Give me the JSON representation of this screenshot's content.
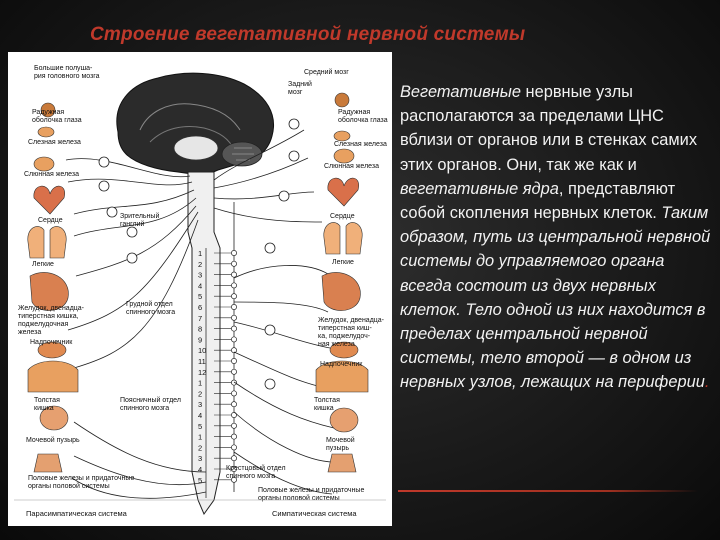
{
  "title": "Строение вегетативной нервной системы",
  "text_runs": [
    {
      "text": "Вегетативные",
      "italic": true
    },
    {
      "text": " нервные узлы располагаются за пределами ЦНС вблизи от органов или в стенках самих этих органов. Они, так же как и ",
      "italic": false
    },
    {
      "text": "вегетативные ядра",
      "italic": true
    },
    {
      "text": ", представляют собой скопления нервных клеток. ",
      "italic": false
    },
    {
      "text": "Таким образом, путь из центральной нервной системы до управляемого органа всегда состоит из двух нервных клеток. Тело одной из них находится в пределах центральной нервной системы, тело второй — в одном из нервных узлов, лежащих на периферии",
      "italic": true
    },
    {
      "text": ".",
      "italic": false,
      "accent": true
    }
  ],
  "colors": {
    "title": "#c0392b",
    "accent": "#c0392b",
    "organ_fill": "#e8a060",
    "brain_fill": "#2a2a2a"
  },
  "figure": {
    "left_labels": {
      "hemispheres": [
        "Большие полуша-",
        "рия головного мозга"
      ],
      "iris": [
        "Радужная",
        "оболочка глаза"
      ],
      "lacrimal": [
        "Слезная железа"
      ],
      "salivary": [
        "Слюнная железа"
      ],
      "heart": [
        "Сердце"
      ],
      "lungs": [
        "Легкие"
      ],
      "stomach": [
        "Желудок, двенадца-",
        "типерстная кишка,",
        "поджелудочная",
        "железа"
      ],
      "adrenal": [
        "Надпочечник"
      ],
      "colon": [
        "Толстая",
        "кишка"
      ],
      "bladder": [
        "Мочевой пузырь"
      ],
      "gonads": [
        "Половые железы и придаточные",
        "органы половой системы"
      ]
    },
    "right_labels": {
      "midbrain": [
        "Средний мозг"
      ],
      "hindbrain": [
        "Задний",
        "мозг"
      ],
      "iris": [
        "Радужная",
        "оболочка глаза"
      ],
      "lacrimal": [
        "Слезная железа"
      ],
      "salivary": [
        "Слюнная железа"
      ],
      "heart": [
        "Сердце"
      ],
      "lungs": [
        "Легкие"
      ],
      "stomach": [
        "Желудок, двенадца-",
        "типерстная киш-",
        "ка, поджелудоч-",
        "ная железа"
      ],
      "adrenal": [
        "Надпочечник"
      ],
      "colon": [
        "Толстая",
        "кишка"
      ],
      "bladder": [
        "Мочевой",
        "пузырь"
      ],
      "gonads": [
        "Половые железы и придаточные",
        "органы половой системы"
      ]
    },
    "center_labels": {
      "ganglia": [
        "Зрительный",
        "ганглий"
      ],
      "thoracic": [
        "Грудной отдел",
        "спинного мозга"
      ],
      "lumbar": [
        "Поясничный отдел",
        "спинного мозга"
      ],
      "sacral": [
        "Крестцовый отдел",
        "спинного мозга"
      ]
    },
    "segment_numbers": [
      "1",
      "2",
      "3",
      "4",
      "5",
      "6",
      "7",
      "8",
      "9",
      "10",
      "11",
      "12",
      "1",
      "2",
      "3",
      "4",
      "5",
      "1",
      "2",
      "3",
      "4",
      "5"
    ],
    "footer_left": "Парасимпатическая система",
    "footer_right": "Симпатическая система"
  }
}
